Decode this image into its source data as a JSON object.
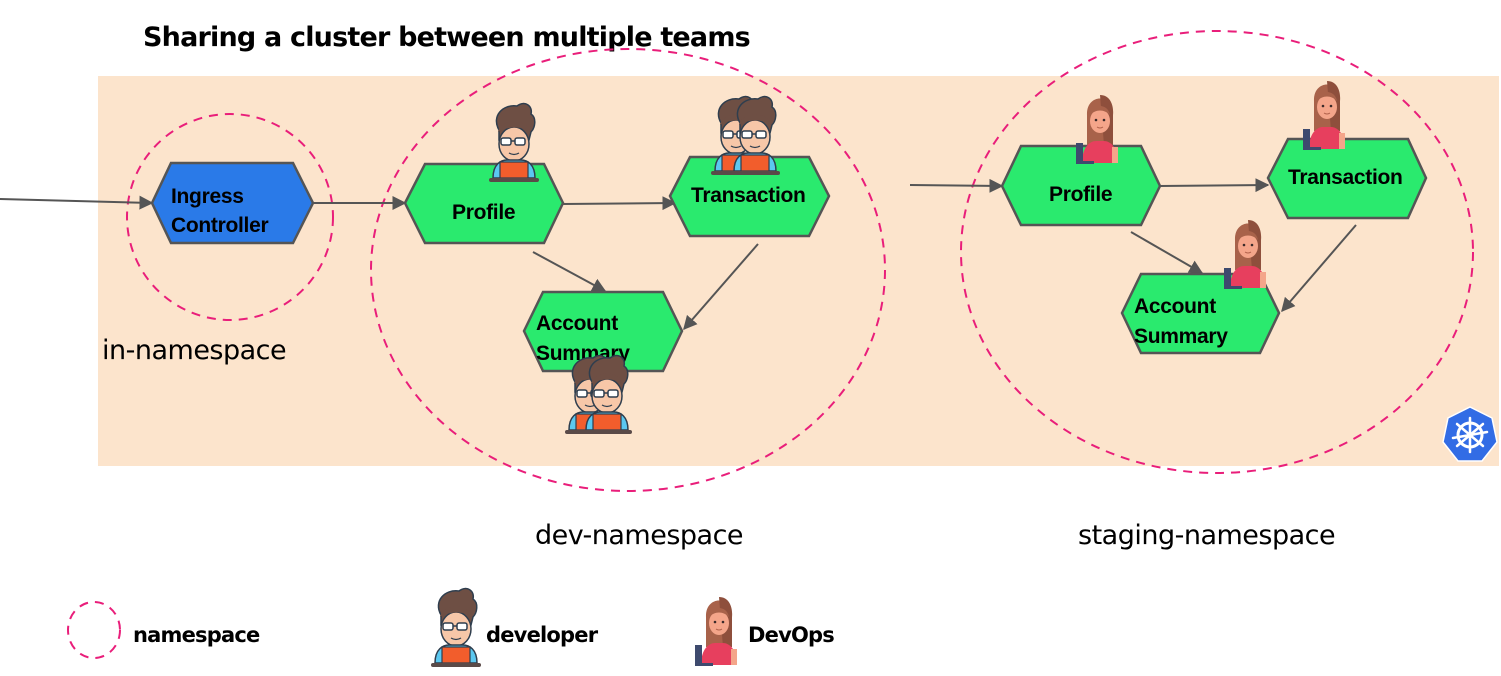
{
  "title": "Sharing a cluster between multiple teams",
  "colors": {
    "cluster_background": "#fce4cc",
    "namespace_border": "#e91e7a",
    "service_fill": "#2aea6e",
    "ingress_fill": "#2a7ae8",
    "edge": "#555555",
    "kubernetes_logo": "#326ce5"
  },
  "namespaces": [
    {
      "id": "in",
      "label": "in-namespace"
    },
    {
      "id": "dev",
      "label": "dev-namespace"
    },
    {
      "id": "staging",
      "label": "staging-namespace"
    }
  ],
  "services": {
    "ingress": {
      "line1": "Ingress",
      "line2": "Controller"
    },
    "dev_profile": {
      "line1": "Profile"
    },
    "dev_transaction": {
      "line1": "Transaction"
    },
    "dev_account": {
      "line1": "Account",
      "line2": "Summary"
    },
    "stg_profile": {
      "line1": "Profile"
    },
    "stg_transaction": {
      "line1": "Transaction"
    },
    "stg_account": {
      "line1": "Account",
      "line2": "Summary"
    }
  },
  "legend": {
    "namespace": "namespace",
    "developer": "developer",
    "devops": "DevOps"
  },
  "logo": "kubernetes-logo"
}
